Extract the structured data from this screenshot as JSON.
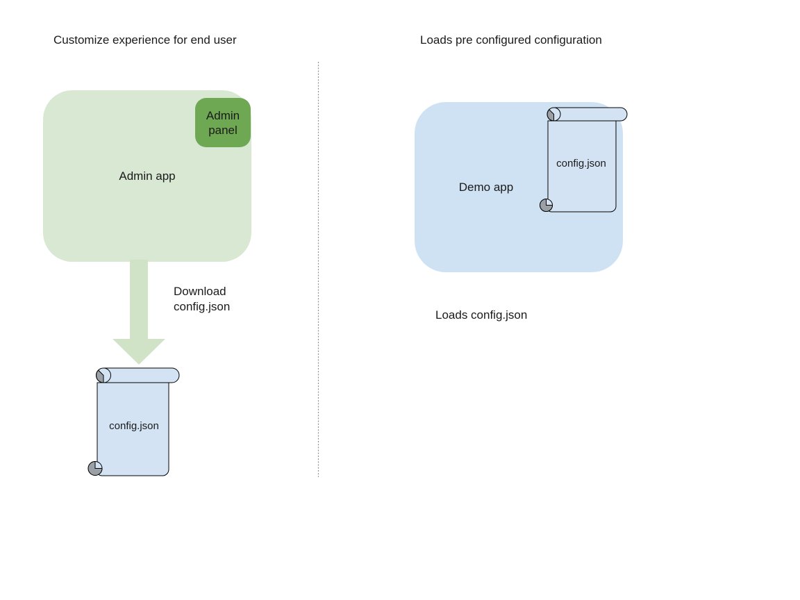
{
  "left_section": {
    "title": "Customize experience for end user",
    "admin_app": {
      "label": "Admin app"
    },
    "admin_panel": {
      "label": "Admin panel"
    },
    "download_arrow": {
      "label": "Download config.json"
    },
    "config_file": {
      "label": "config.json"
    }
  },
  "right_section": {
    "title": "Loads pre configured configuration",
    "demo_app": {
      "label": "Demo app"
    },
    "config_file": {
      "label": "config.json"
    },
    "caption": "Loads config.json"
  },
  "shapes": {
    "divider": "vertical-dotted-line",
    "download_arrow": "thick-down-arrow",
    "config_file_shape": "paper-scroll"
  },
  "colors": {
    "background": "#ffffff",
    "text": "#1a1a1a",
    "admin_app_fill": "#d9e8d3",
    "admin_panel_fill": "#6fa853",
    "arrow_fill": "#d0e3c7",
    "demo_app_fill": "#cfe2f3",
    "scroll_fill": "#d3e3f4",
    "scroll_stroke": "#000000",
    "curl_gray": "#9aa0a6",
    "divider_gray": "#8f8f8f"
  }
}
